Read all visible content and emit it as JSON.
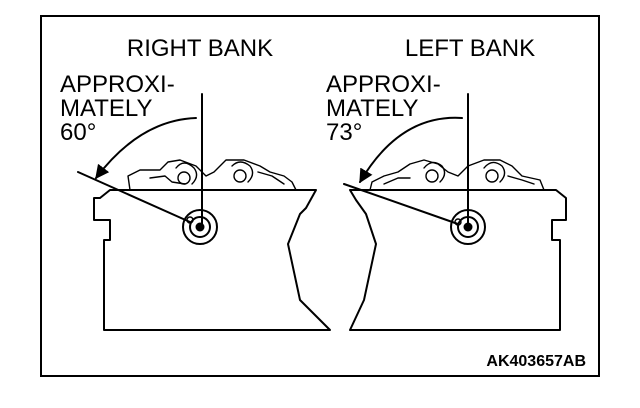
{
  "diagram": {
    "right_bank": {
      "title": "RIGHT BANK",
      "angle_line1": "APPROXI-",
      "angle_line2": "MATELY",
      "angle_value": "60°"
    },
    "left_bank": {
      "title": "LEFT BANK",
      "angle_line1": "APPROXI-",
      "angle_line2": "MATELY",
      "angle_value": "73°"
    },
    "figure_code": "AK403657AB"
  },
  "colors": {
    "ink": "#000000",
    "paper": "#ffffff"
  }
}
